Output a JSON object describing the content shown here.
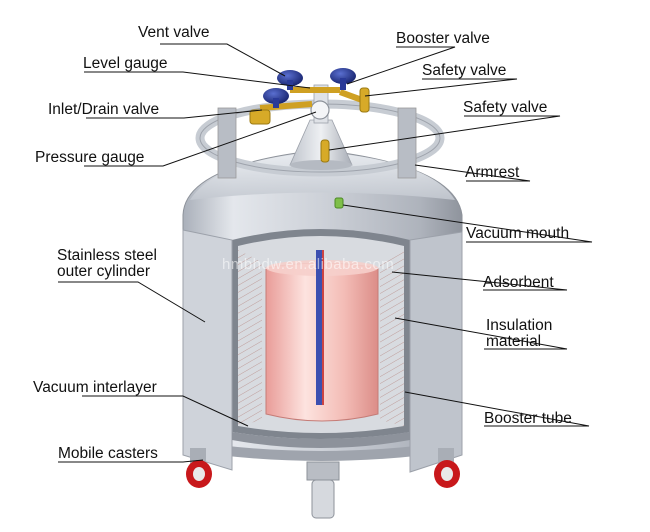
{
  "labels": {
    "vent_valve": "Vent valve",
    "level_gauge": "Level gauge",
    "inlet_drain_valve": "Inlet/Drain valve",
    "pressure_gauge": "Pressure gauge",
    "stainless_line1": "Stainless steel",
    "stainless_line2": "outer cylinder",
    "vacuum_interlayer": "Vacuum interlayer",
    "mobile_casters": "Mobile casters",
    "booster_valve": "Booster valve",
    "safety_valve_1": "Safety valve",
    "safety_valve_2": "Safety valve",
    "armrest": "Armrest",
    "vacuum_mouth": "Vacuum mouth",
    "adsorbent": "Adsorbent",
    "insulation_line1": "Insulation",
    "insulation_line2": "material",
    "booster_tube": "Booster tube"
  },
  "watermark": "hmbhdw.en.alibaba.com",
  "colors": {
    "tank_metal": "#c9ced6",
    "inner_pink": "#f2b9b4",
    "valve_blue": "#1d2f8c",
    "brass": "#d1a21f",
    "caster_red": "#c8181b"
  }
}
